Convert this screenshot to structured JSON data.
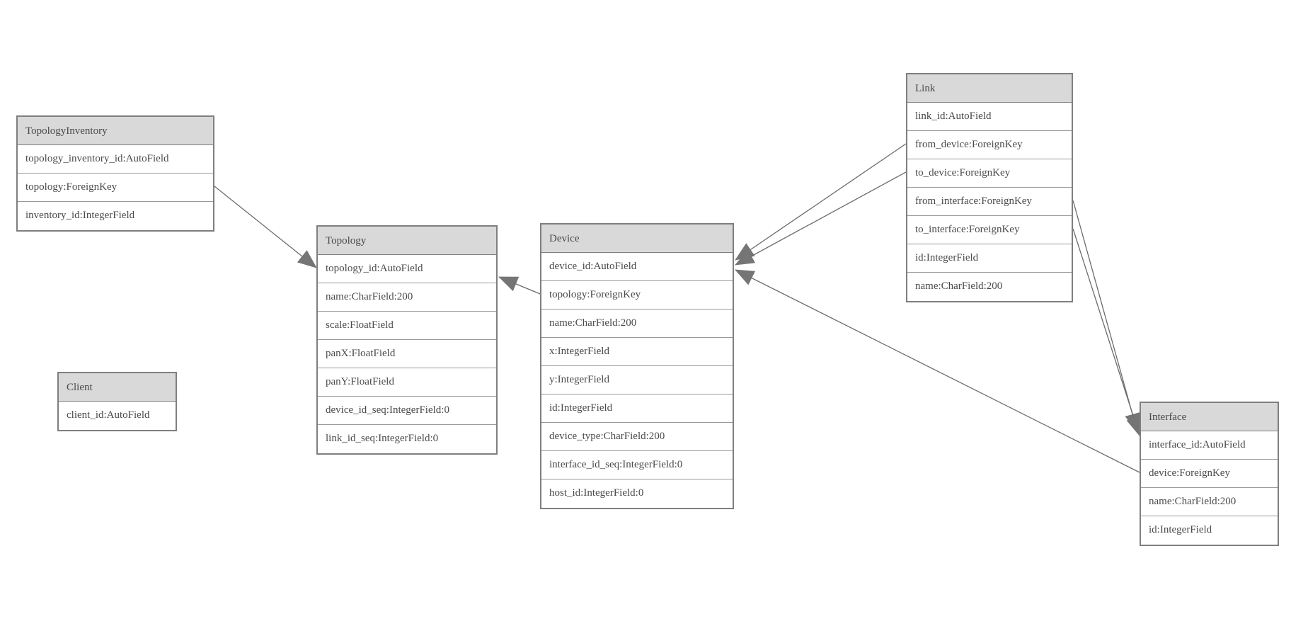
{
  "diagram": {
    "type": "entity-relationship-model-graph",
    "colors": {
      "background": "#ffffff",
      "entity_header_fill": "#d9d9d9",
      "entity_border": "#7f7f7f",
      "row_separator": "#989898",
      "text": "#4a4a4a",
      "relationship_line": "#6b6b6b",
      "arrowhead_fill": "#757575"
    },
    "entities": [
      {
        "name": "TopologyInventory",
        "fields": [
          "topology_inventory_id:AutoField",
          "topology:ForeignKey",
          "inventory_id:IntegerField"
        ]
      },
      {
        "name": "Topology",
        "fields": [
          "topology_id:AutoField",
          "name:CharField:200",
          "scale:FloatField",
          "panX:FloatField",
          "panY:FloatField",
          "device_id_seq:IntegerField:0",
          "link_id_seq:IntegerField:0"
        ]
      },
      {
        "name": "Client",
        "fields": [
          "client_id:AutoField"
        ]
      },
      {
        "name": "Device",
        "fields": [
          "device_id:AutoField",
          "topology:ForeignKey",
          "name:CharField:200",
          "x:IntegerField",
          "y:IntegerField",
          "id:IntegerField",
          "device_type:CharField:200",
          "interface_id_seq:IntegerField:0",
          "host_id:IntegerField:0"
        ]
      },
      {
        "name": "Link",
        "fields": [
          "link_id:AutoField",
          "from_device:ForeignKey",
          "to_device:ForeignKey",
          "from_interface:ForeignKey",
          "to_interface:ForeignKey",
          "id:IntegerField",
          "name:CharField:200"
        ]
      },
      {
        "name": "Interface",
        "fields": [
          "interface_id:AutoField",
          "device:ForeignKey",
          "name:CharField:200",
          "id:IntegerField"
        ]
      }
    ],
    "relationships": [
      {
        "from": "TopologyInventory.topology",
        "to": "Topology.topology_id"
      },
      {
        "from": "Device.topology",
        "to": "Topology.topology_id"
      },
      {
        "from": "Link.from_device",
        "to": "Device.device_id"
      },
      {
        "from": "Link.to_device",
        "to": "Device.device_id"
      },
      {
        "from": "Link.from_interface",
        "to": "Interface.interface_id"
      },
      {
        "from": "Link.to_interface",
        "to": "Interface.interface_id"
      },
      {
        "from": "Interface.device",
        "to": "Device.device_id"
      }
    ]
  }
}
